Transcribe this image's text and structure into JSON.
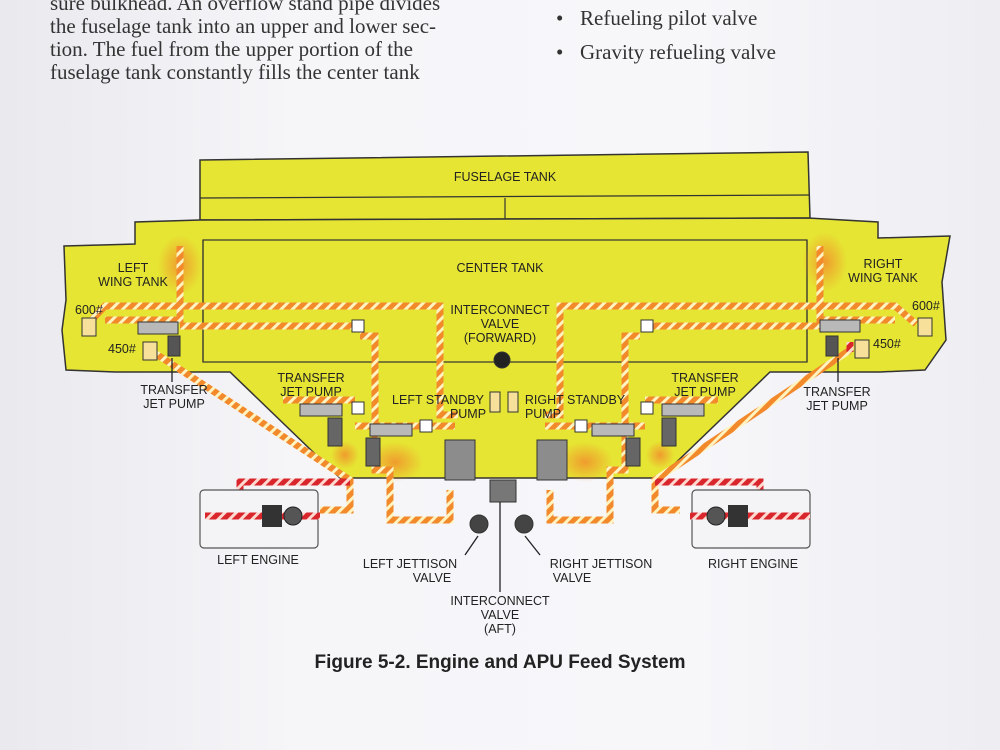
{
  "body_text": {
    "lines": [
      "sure bulkhead. An overflow stand pipe divides",
      "the fuselage tank into an upper and lower sec-",
      "tion. The fuel from the upper portion of the",
      "fuselage tank constantly fills the center tank"
    ]
  },
  "bullets": {
    "items": [
      "Refueling pilot valve",
      "Gravity refueling valve"
    ]
  },
  "diagram": {
    "fuselage_tank": "FUSELAGE TANK",
    "center_tank": "CENTER TANK",
    "left_wing_tank": [
      "LEFT",
      "WING TANK"
    ],
    "right_wing_tank": [
      "RIGHT",
      "WING TANK"
    ],
    "interconnect_forward": [
      "INTERCONNECT",
      "VALVE",
      "(FORWARD)"
    ],
    "left_600": "600#",
    "left_450": "450#",
    "right_600": "600#",
    "right_450": "450#",
    "transfer_jet_pump_outer_left": [
      "TRANSFER",
      "JET PUMP"
    ],
    "transfer_jet_pump_outer_right": [
      "TRANSFER",
      "JET PUMP"
    ],
    "transfer_jet_pump_inner_left": [
      "TRANSFER",
      "JET PUMP"
    ],
    "transfer_jet_pump_inner_right": [
      "TRANSFER",
      "JET PUMP"
    ],
    "left_standby_pump": [
      "LEFT STANDBY",
      "PUMP"
    ],
    "right_standby_pump": [
      "RIGHT STANDBY",
      "PUMP"
    ],
    "left_engine": "LEFT ENGINE",
    "right_engine": "RIGHT ENGINE",
    "left_jettison": [
      "LEFT JETTISON",
      "VALVE"
    ],
    "right_jettison": [
      "RIGHT JETTISON",
      "VALVE"
    ],
    "interconnect_aft": [
      "INTERCONNECT",
      "VALVE",
      "(AFT)"
    ]
  },
  "caption": "Figure 5-2.  Engine and APU Feed System",
  "colors": {
    "tank_yellow": "#e6e533",
    "fuel_orange": "#f5a623",
    "fuel_red": "#e0282e",
    "outline": "#333333"
  }
}
